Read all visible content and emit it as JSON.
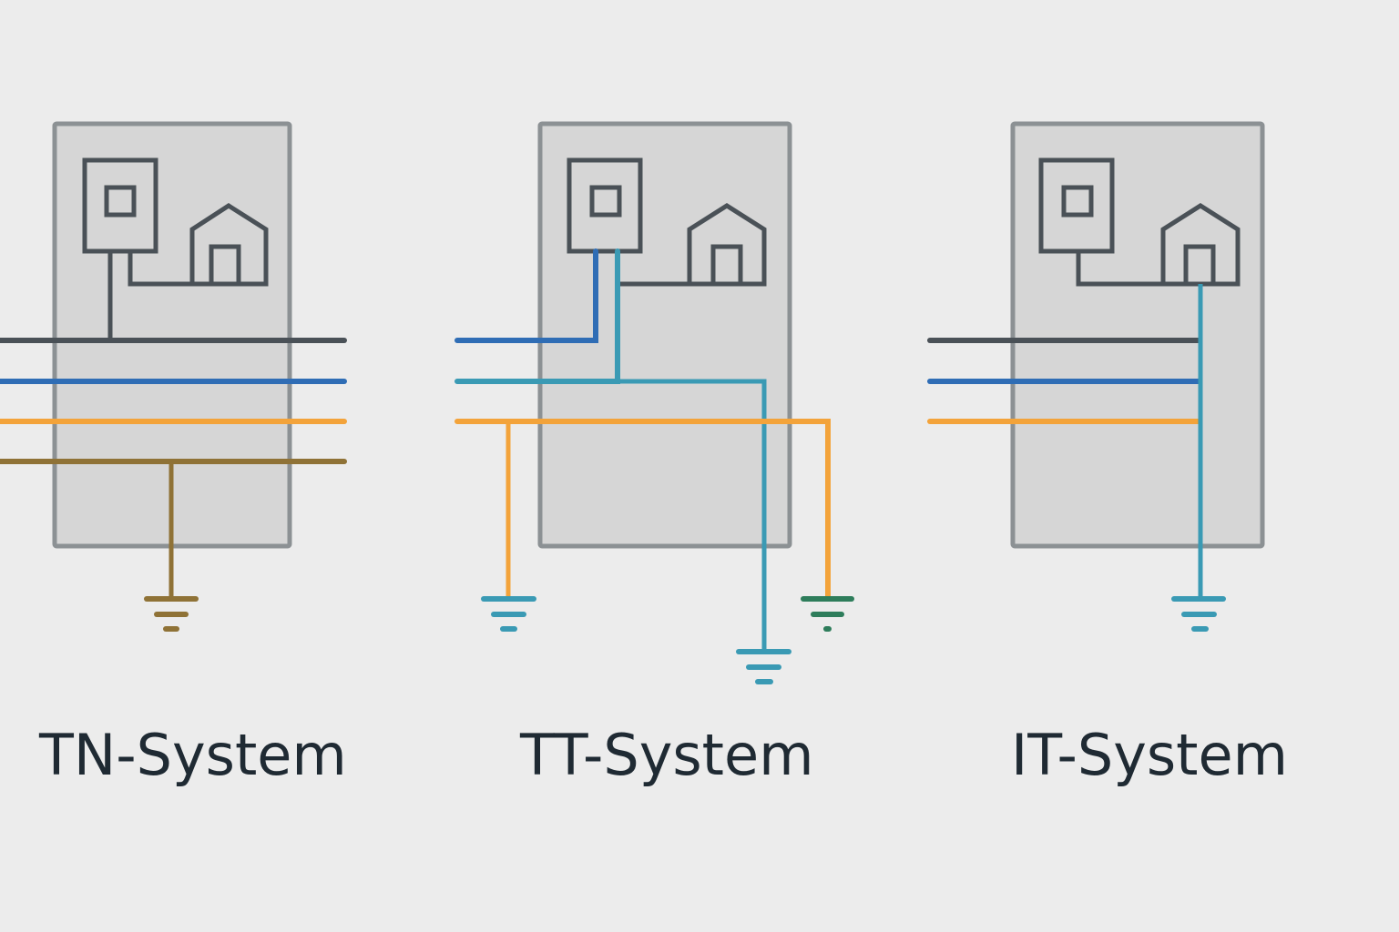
{
  "systems": [
    {
      "id": "tn",
      "label": "TN-System"
    },
    {
      "id": "tt",
      "label": "TT-System"
    },
    {
      "id": "it",
      "label": "IT-System"
    }
  ],
  "colors": {
    "background": "#ececec",
    "panel_fill": "#d6d6d6",
    "panel_stroke": "#8c9194",
    "icon_stroke": "#4a5157",
    "conductor_dark": "#4a5157",
    "conductor_blue": "#2f6db5",
    "conductor_orange": "#f3a33a",
    "conductor_brown": "#8f7236",
    "conductor_teal": "#3a9ab4",
    "earth_teal": "#3a9ab4",
    "earth_green": "#2e7d5b",
    "label_text": "#1f2a33"
  },
  "icons": [
    "meter-icon",
    "house-icon",
    "earth-ground-icon"
  ]
}
